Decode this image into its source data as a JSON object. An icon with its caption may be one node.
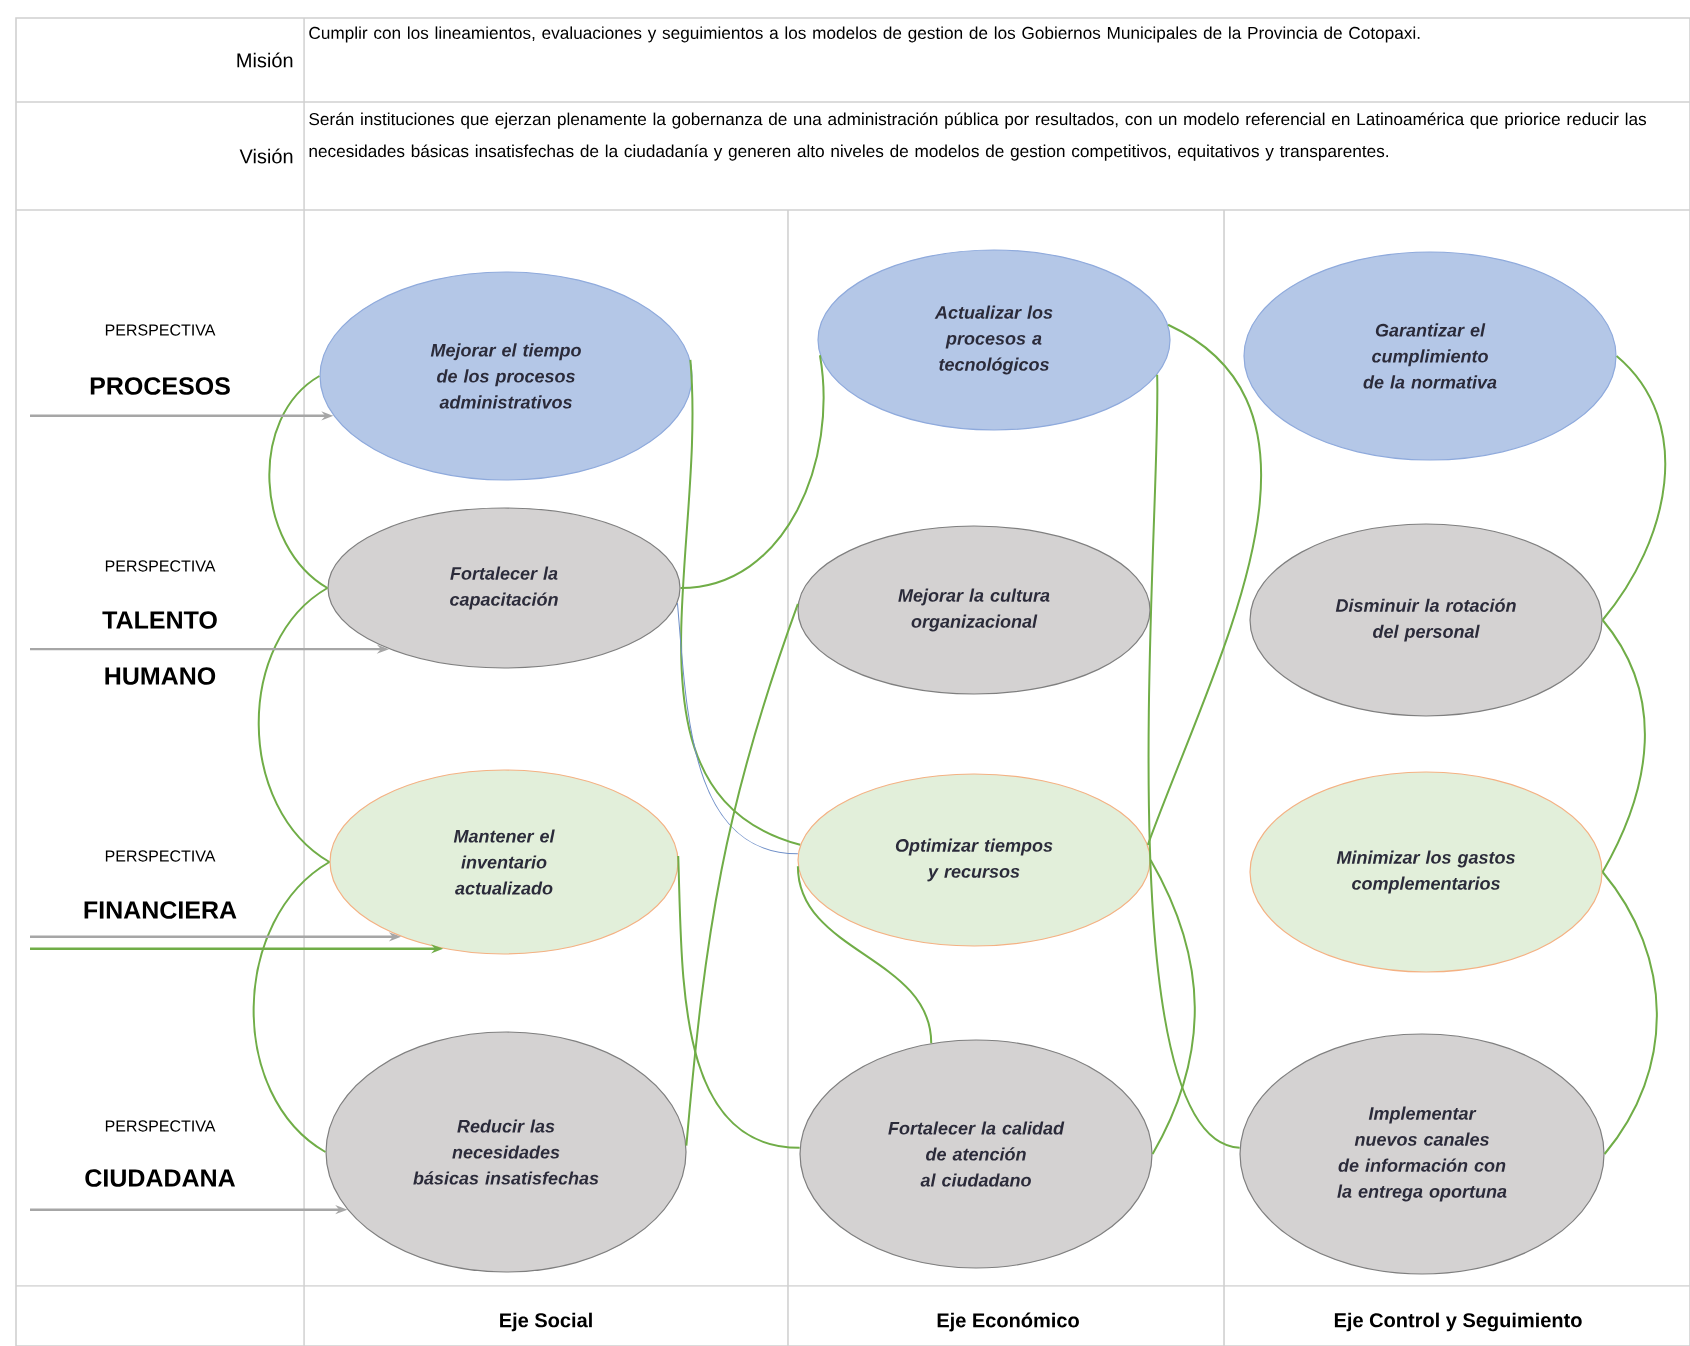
{
  "diagram": {
    "nodes": [
      {
        "text": [
          "Mejorar el tiempo de los procesos administrativos"
        ]
      },
      {
        "text": [
          "Actualizar los procesos a tecnológicos"
        ]
      },
      {
        "text": [
          "Garantizar el cumplimiento de la normativa"
        ]
      },
      {
        "text": [
          "Fortalecer la capacitación"
        ]
      },
      {
        "text": [
          "Mejorar la cultura organizacional"
        ]
      },
      {
        "text": [
          "Disminuir la rotación del personal"
        ]
      },
      {
        "text": [
          "Mantener el inventario actualizado"
        ]
      },
      {
        "text": [
          "Optimizar tiempos y recursos"
        ]
      },
      {
        "text": [
          "Minimizar los gastos complementarios"
        ]
      },
      {
        "text": [
          "Reducir las necesidades básicas insatisfechas"
        ]
      },
      {
        "text": [
          "Fortalecer la calidad de atención al ciudadano"
        ]
      },
      {
        "text": [
          "Implementar nuevos canales de información con la entrega oportuna"
        ]
      }
    ],
    "edges": [
      {
        "from": 0,
        "to": 3,
        "arrow": "none"
      },
      {
        "from": 3,
        "to": 6,
        "arrow": "none"
      },
      {
        "from": 6,
        "to": 9,
        "arrow": "none"
      },
      {
        "from": 0,
        "to": 7,
        "arrow": "none"
      },
      {
        "from": 3,
        "to": 1,
        "arrow": "none"
      },
      {
        "from": 3,
        "to": 7,
        "arrow": "none",
        "color": "#6f8fc8"
      },
      {
        "from": 4,
        "to": 9,
        "arrow": "none"
      },
      {
        "from": 6,
        "to": 10,
        "arrow": "none"
      },
      {
        "from": 7,
        "to": 10,
        "arrow": "none"
      },
      {
        "from": 1,
        "to": 7,
        "arrow": "none"
      },
      {
        "from": 1,
        "to": 11,
        "arrow": "none"
      },
      {
        "from": 7,
        "to": 10,
        "arrow": "none"
      },
      {
        "from": 2,
        "to": 5,
        "arrow": "none"
      },
      {
        "from": 5,
        "to": 8,
        "arrow": "none"
      },
      {
        "from": 8,
        "to": 11,
        "arrow": "none"
      },
      {
        "from": null,
        "to": 0,
        "arrow": "to",
        "color": "#a6a6a6"
      },
      {
        "from": null,
        "to": 3,
        "arrow": "to",
        "color": "#a6a6a6"
      },
      {
        "from": null,
        "to": 6,
        "arrow": "to",
        "color": "#a6a6a6"
      },
      {
        "from": null,
        "to": 6,
        "arrow": "to"
      },
      {
        "from": null,
        "to": 9,
        "arrow": "to",
        "color": "#a6a6a6"
      }
    ],
    "labels": [
      "Misión",
      "Cumplir con los lineamientos, evaluaciones y seguimientos a los modelos de gestion de los Gobiernos Municipales de la Provincia de Cotopaxi.",
      "Visión",
      "Serán instituciones que ejerzan plenamente la gobernanza de una administración pública por resultados, con un modelo referencial en Latinoamérica que priorice reducir las necesidades básicas insatisfechas de la ciudadanía y generen alto niveles de modelos de gestion competitivos, equitativos y transparentes.",
      "PERSPECTIVA",
      "PROCESOS",
      "PERSPECTIVA",
      "TALENTO HUMANO",
      "PERSPECTIVA",
      "FINANCIERA",
      "PERSPECTIVA",
      "CIUDADANA",
      "Eje Social",
      "Eje Económico",
      "Eje Control y Seguimiento"
    ]
  }
}
